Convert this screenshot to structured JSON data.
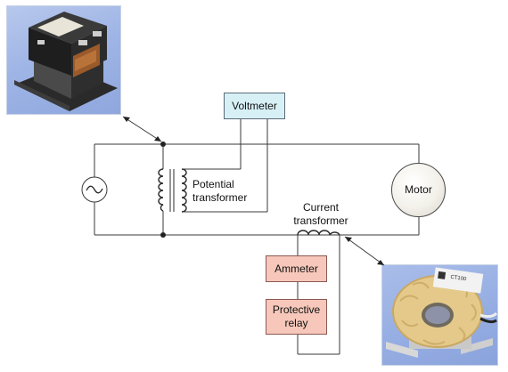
{
  "labels": {
    "voltmeter": "Voltmeter",
    "potential_transformer_line1": "Potential",
    "potential_transformer_line2": "transformer",
    "current_transformer_line1": "Current",
    "current_transformer_line2": "transformer",
    "motor": "Motor",
    "ammeter": "Ammeter",
    "protective_relay_line1": "Protective",
    "protective_relay_line2": "relay"
  },
  "photo_labels": {
    "ct_model": "CT100"
  },
  "colors": {
    "wire": "#3a3a3a",
    "voltmeter_fill": "#d7f0f6",
    "meter_fill": "#f6c7ba",
    "photo_background": "#9fb5e6"
  },
  "icons": [
    "ac-source-icon",
    "potential-transformer-coil-icon",
    "current-transformer-coil-icon",
    "junction-dot-icon"
  ]
}
